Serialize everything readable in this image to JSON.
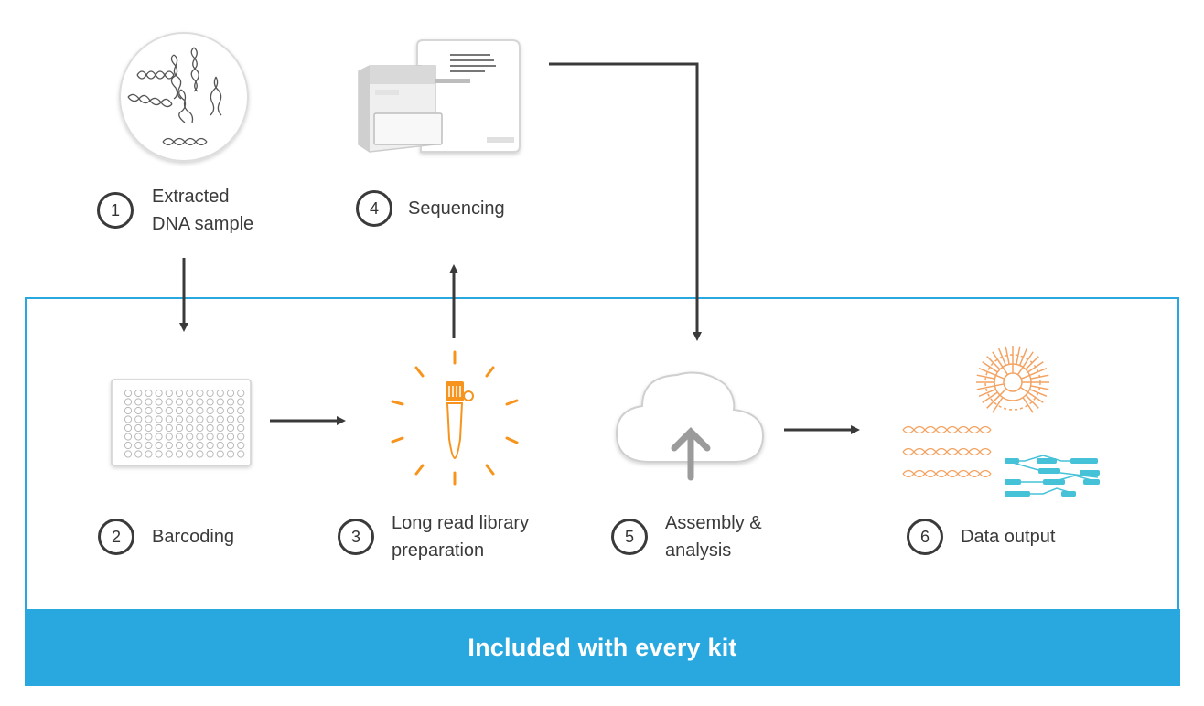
{
  "steps": [
    {
      "number": "1",
      "label": "Extracted\nDNA sample",
      "icon": "dna-sample-dish-icon"
    },
    {
      "number": "2",
      "label": "Barcoding",
      "icon": "well-plate-icon"
    },
    {
      "number": "3",
      "label": "Long read library\npreparation",
      "icon": "sample-tube-icon"
    },
    {
      "number": "4",
      "label": "Sequencing",
      "icon": "sequencer-device-icon"
    },
    {
      "number": "5",
      "label": "Assembly &\nanalysis",
      "icon": "cloud-upload-icon"
    },
    {
      "number": "6",
      "label": "Data output",
      "icon": "data-output-icon"
    }
  ],
  "kit_banner": {
    "label": "Included with every kit"
  },
  "colors": {
    "accent_blue": "#29a8e0",
    "orange": "#f7941d",
    "dna_orange": "#f4a261",
    "teal": "#45c2d8",
    "text": "#3a3a3a"
  }
}
